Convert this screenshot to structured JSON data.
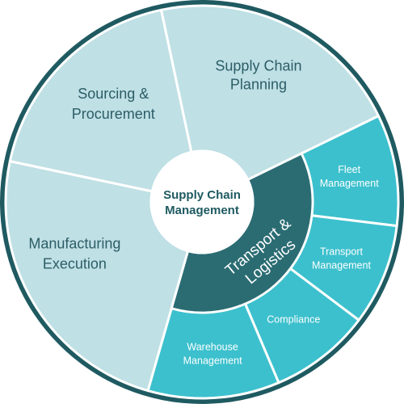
{
  "diagram": {
    "center_label": [
      "Supply Chain",
      "Management"
    ],
    "hub": {
      "label": [
        "Transport &",
        "Logistics"
      ],
      "color": "#2b6c73"
    },
    "outer_segments": [
      {
        "id": "supply-chain-planning",
        "label": [
          "Supply Chain",
          "Planning"
        ],
        "tier": "primary"
      },
      {
        "id": "fleet-management",
        "label": [
          "Fleet",
          "Management"
        ],
        "tier": "secondary"
      },
      {
        "id": "transport-management",
        "label": [
          "Transport",
          "Management"
        ],
        "tier": "secondary"
      },
      {
        "id": "compliance",
        "label": [
          "Compliance"
        ],
        "tier": "secondary"
      },
      {
        "id": "warehouse-management",
        "label": [
          "Warehouse",
          "Management"
        ],
        "tier": "secondary"
      },
      {
        "id": "manufacturing-execution",
        "label": [
          "Manufacturing",
          "Execution"
        ],
        "tier": "primary"
      },
      {
        "id": "sourcing-procurement",
        "label": [
          "Sourcing &",
          "Procurement"
        ],
        "tier": "primary"
      }
    ],
    "colors": {
      "border": "#1f5a61",
      "primary_fill": "#bfe0e5",
      "primary_text": "#2c5d66",
      "secondary_fill": "#3cc0cd",
      "secondary_text": "#ffffff",
      "divider": "#ffffff",
      "center_fill": "#ffffff",
      "center_text": "#1f5a61"
    }
  }
}
